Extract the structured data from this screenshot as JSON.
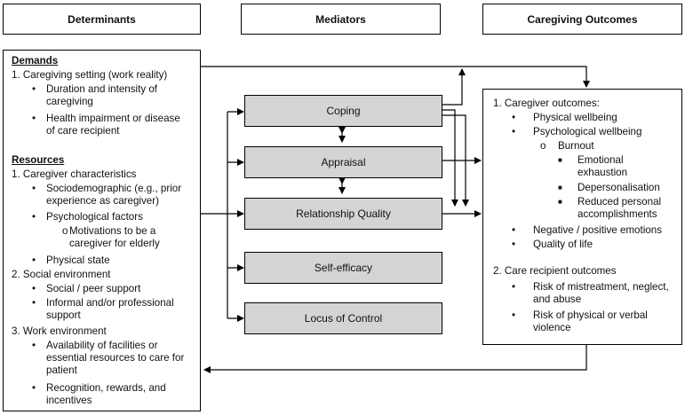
{
  "headers": {
    "determinants": "Determinants",
    "mediators": "Mediators",
    "outcomes": "Caregiving Outcomes"
  },
  "determinants": {
    "demands_heading": "Demands",
    "d1": "1.  Caregiving setting (work reality)",
    "d1a_l1": "Duration and intensity of",
    "d1a_l2": "caregiving",
    "d1b_l1": "Health impairment or disease",
    "d1b_l2": "of care recipient",
    "resources_heading": "Resources",
    "r1": "1.  Caregiver characteristics",
    "r1a_l1": "Sociodemographic (e.g., prior",
    "r1a_l2": "experience as caregiver)",
    "r1b": "Psychological factors",
    "r1b1_l1": "Motivations to be a",
    "r1b1_l2": "caregiver for elderly",
    "r1c": "Physical state",
    "r2": "2.  Social environment",
    "r2a": "Social / peer support",
    "r2b_l1": "Informal and/or professional",
    "r2b_l2": "support",
    "r3": "3.  Work environment",
    "r3a_l1": "Availability of facilities or",
    "r3a_l2": "essential resources to care for",
    "r3a_l3": "patient",
    "r3b_l1": "Recognition, rewards, and",
    "r3b_l2": "incentives"
  },
  "mediators": [
    "Coping",
    "Appraisal",
    "Relationship Quality",
    "Self-efficacy",
    "Locus of Control"
  ],
  "outcomes": {
    "o1": "1.  Caregiver outcomes:",
    "o1a": "Physical wellbeing",
    "o1b": "Psychological wellbeing",
    "o1b1": "Burnout",
    "o1b1a_l1": "Emotional",
    "o1b1a_l2": "exhaustion",
    "o1b1b": "Depersonalisation",
    "o1b1c_l1": "Reduced personal",
    "o1b1c_l2": "accomplishments",
    "o1c": "Negative / positive emotions",
    "o1d": "Quality of life",
    "o2": "2.  Care recipient outcomes",
    "o2a_l1": "Risk of mistreatment, neglect,",
    "o2a_l2": "and abuse",
    "o2b_l1": "Risk of physical or verbal",
    "o2b_l2": "violence"
  },
  "glyphs": {
    "bullet": "•",
    "circle": "o",
    "square": "■"
  }
}
